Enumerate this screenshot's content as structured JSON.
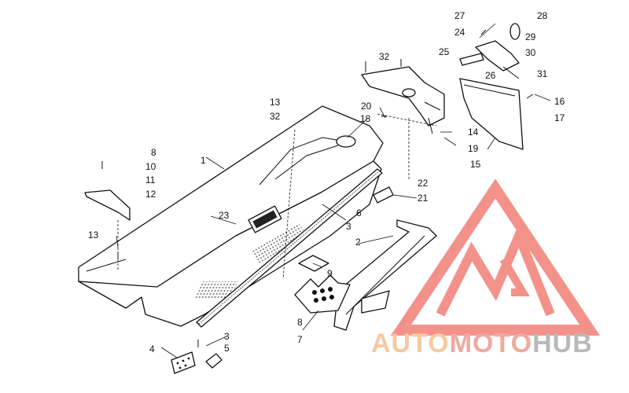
{
  "callouts": [
    "1",
    "2",
    "3",
    "3",
    "4",
    "5",
    "6",
    "7",
    "8",
    "8",
    "9",
    "10",
    "11",
    "12",
    "13",
    "13",
    "14",
    "15",
    "16",
    "17",
    "18",
    "19",
    "20",
    "21",
    "22",
    "23",
    "24",
    "25",
    "26",
    "27",
    "28",
    "29",
    "30",
    "31",
    "32",
    "32"
  ],
  "watermark": {
    "text_auto": "AUTO",
    "text_moto": "MOTO",
    "text_hub": "HUB",
    "color_auto": "#f5c9a0",
    "color_moto": "#f0a99e",
    "color_hub": "#b9b9b9",
    "logo_color": "#f27f77"
  }
}
